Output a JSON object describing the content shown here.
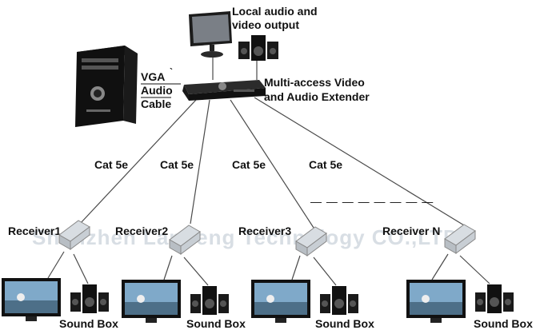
{
  "labels": {
    "local_output_line1": "Local audio and",
    "local_output_line2": "video output",
    "extender_line1": "Multi-access Video",
    "extender_line2": "and Audio Extender",
    "vga": "VGA",
    "tick": "`",
    "audio": "Audio",
    "cable": "Cable",
    "cat5e": "Cat 5e",
    "dashes": "— — — — — — — —",
    "receiver1": "Receiver1",
    "receiver2": "Receiver2",
    "receiver3": "Receiver3",
    "receiverN": "Receiver N",
    "sound_box": "Sound Box"
  },
  "watermark": "Shenzhen Landeng Technology CO.,LTD",
  "colors": {
    "cable": "#4a4a4a",
    "watermark": "#b9c4cf"
  },
  "icons": [
    "pc-tower-icon",
    "monitor-icon",
    "speaker-icon",
    "extender-icon",
    "receiver-icon",
    "tv-icon"
  ]
}
